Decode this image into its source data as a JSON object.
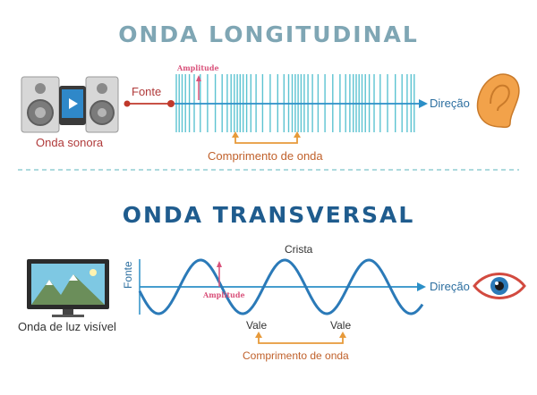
{
  "longitudinal": {
    "title": "ONDA LONGITUDINAL",
    "source_label": "Fonte",
    "device_label": "Onda sonora",
    "direction_label": "Direção",
    "amplitude_label": "Amplitude",
    "wavelength_label": "Comprimento de onda",
    "device_icon": "speaker-icon",
    "receiver_icon": "ear-icon"
  },
  "transversal": {
    "title": "ONDA TRANSVERSAL",
    "source_label": "Fonte",
    "device_label": "Onda de luz visível",
    "direction_label": "Direção",
    "amplitude_label": "Amplitude",
    "crest_label": "Crista",
    "trough_label_1": "Vale",
    "trough_label_2": "Vale",
    "wavelength_label": "Comprimento de onda",
    "device_icon": "monitor-icon",
    "receiver_icon": "eye-icon"
  },
  "colors": {
    "wave": "#2b8fc7",
    "compression": "#5cc3d1",
    "title_longitudinal": "#7fa6b4",
    "title_transversal": "#1f5c8e",
    "accent_orange": "#e79a3a",
    "amplitude_pink": "#d9527b",
    "divider": "#7cc4c9"
  }
}
